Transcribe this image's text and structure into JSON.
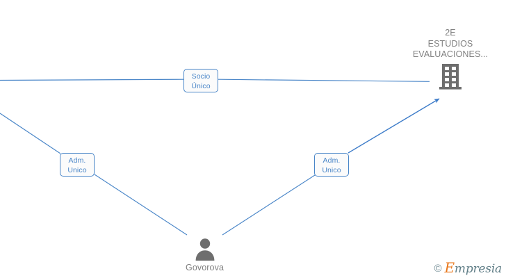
{
  "diagram": {
    "type": "relationship-graph",
    "nodes": [
      {
        "id": "company",
        "kind": "company",
        "icon": "building-icon",
        "name_lines": [
          "2E",
          "ESTUDIOS",
          "EVALUACIONES..."
        ],
        "text_color": "#808080"
      },
      {
        "id": "person",
        "kind": "person",
        "icon": "person-icon",
        "name": "Govorova",
        "text_color": "#808080"
      }
    ],
    "relation_labels": [
      {
        "id": "socio-unico",
        "lines": [
          "Socio",
          "Único"
        ]
      },
      {
        "id": "adm-unico-left",
        "lines": [
          "Adm.",
          "Unico"
        ]
      },
      {
        "id": "adm-unico-right",
        "lines": [
          "Adm.",
          "Unico"
        ]
      }
    ],
    "edges": [
      {
        "id": "edge-socio-left",
        "label": "socio-unico",
        "arrow": false
      },
      {
        "id": "edge-socio-company",
        "label": "socio-unico",
        "arrow": false
      },
      {
        "id": "edge-adm-left-upper",
        "label": "adm-unico-left",
        "arrow": false
      },
      {
        "id": "edge-adm-left-person",
        "label": "adm-unico-left",
        "arrow": false
      },
      {
        "id": "edge-person-adm-right",
        "label": "adm-unico-right",
        "arrow": false
      },
      {
        "id": "edge-adm-right-company",
        "label": "adm-unico-right",
        "arrow": true
      }
    ],
    "colors": {
      "edge": "#4a86c8",
      "box_border": "#4a86c8",
      "box_fill": "#fbfbfb",
      "box_text": "#4a86c8",
      "node_icon": "#6e6e6e",
      "node_text": "#808080",
      "background": "#ffffff"
    }
  },
  "watermark": {
    "copyright": "©",
    "brand_first_letter": "E",
    "brand_rest": "mpresia",
    "brand_accent": "#e8761a",
    "brand_color": "#5f7d86"
  }
}
